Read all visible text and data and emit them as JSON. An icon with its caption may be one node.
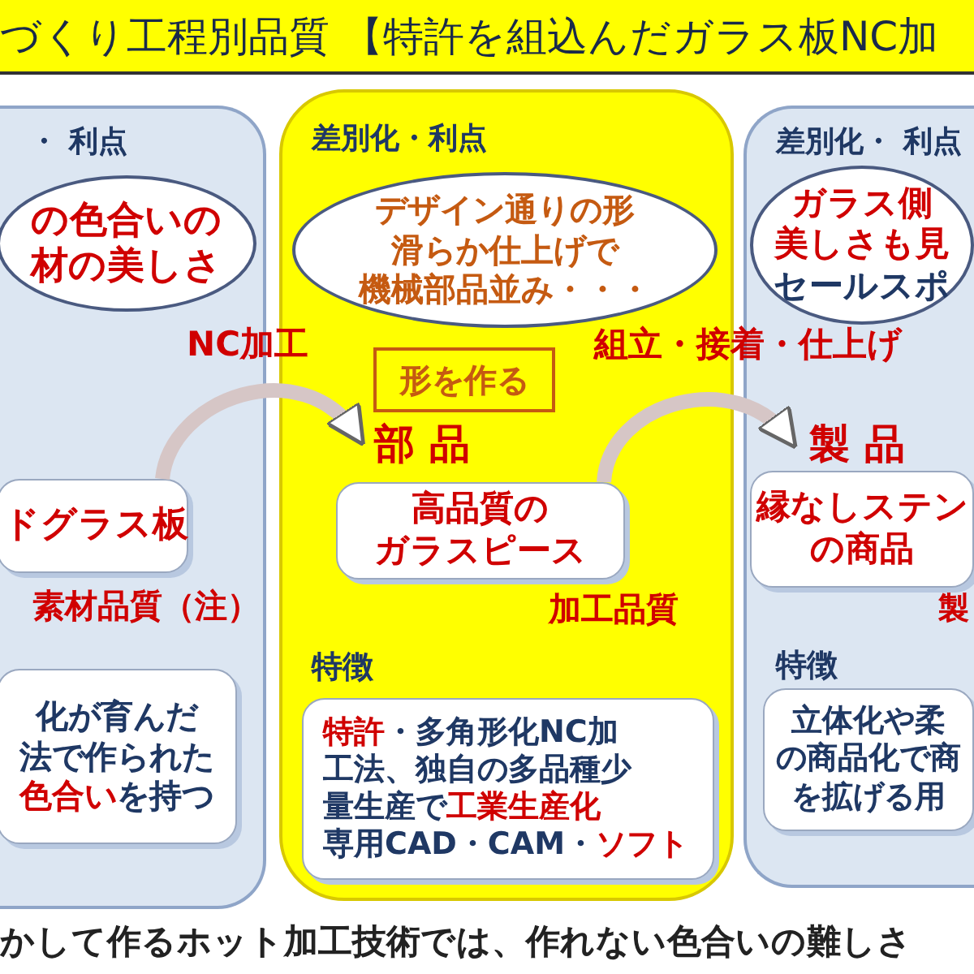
{
  "diagram": {
    "title": "づくり工程別品質 【特許を組込んだガラス板NC加",
    "nodes": [
      {
        "text": [
          "・ 利点"
        ]
      },
      {
        "text": [
          "の色合いの材の美しさ"
        ],
        "in": 0
      },
      {
        "text": [
          "ドグラス板"
        ],
        "in": 0,
        "beside": [
          "素材品質（注）"
        ]
      },
      {
        "text": [
          "化が育んだ法で作られた**色合い**を持つ"
        ],
        "in": 0
      },
      {
        "text": [
          "差別化・利点",
          "特徴"
        ]
      },
      {
        "text": [
          "デザイン通りの形滑らか仕上げで機械部品並み・・・"
        ],
        "in": 4
      },
      {
        "text": [
          "形を作る"
        ],
        "in": 4
      },
      {
        "text": [
          "部 品"
        ],
        "in": 4
      },
      {
        "text": [
          "高品質のガラスピース"
        ],
        "in": 4,
        "beside": [
          "加工品質"
        ]
      },
      {
        "text": [
          "**特許**・多角形化NC加工法、独自の多品種少量生産で**工業生産化**専用CAD・CAM・**ソフト**"
        ],
        "in": 4
      },
      {
        "text": [
          "差別化・ 利点",
          "特徴"
        ]
      },
      {
        "text": [
          "ガラス側美しさも見",
          "セールスポ"
        ],
        "in": 10
      },
      {
        "text": [
          "製 品"
        ],
        "in": 10
      },
      {
        "text": [
          "縁なしステンの商品"
        ],
        "in": 10,
        "beside": [
          "製"
        ]
      },
      {
        "text": [
          "立体化や柔の商品化で商を拡げる用"
        ],
        "in": 10
      }
    ],
    "edges": [
      {
        "from": 2,
        "to": 7,
        "arrow": "to",
        "label": "NC加工"
      },
      {
        "from": 8,
        "to": 12,
        "arrow": "to",
        "label": "組立・接着・仕上げ"
      }
    ],
    "caption": "かして作るホット加工技術では、作れない色合いの難しさ"
  }
}
